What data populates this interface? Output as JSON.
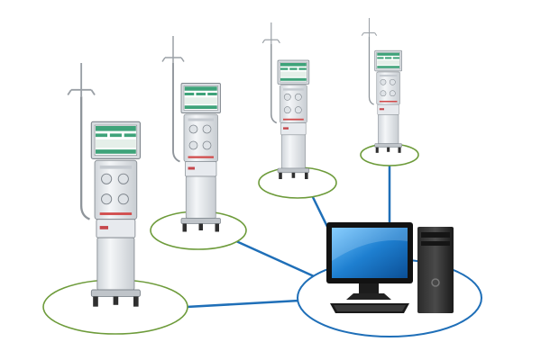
{
  "diagram": {
    "colors": {
      "link": "#1f6fb8",
      "machine_ellipse": "#6d9b3a",
      "computer_ellipse": "#1f6fb8",
      "machine_body": "#e9ecef",
      "machine_screen": "#3fa37a",
      "monitor_screen": "#1e7fd0"
    },
    "nodes": [
      {
        "id": "machine-1",
        "kind": "dialysis-machine",
        "icon": "dialysis-machine-icon"
      },
      {
        "id": "machine-2",
        "kind": "dialysis-machine",
        "icon": "dialysis-machine-icon"
      },
      {
        "id": "machine-3",
        "kind": "dialysis-machine",
        "icon": "dialysis-machine-icon"
      },
      {
        "id": "machine-4",
        "kind": "dialysis-machine",
        "icon": "dialysis-machine-icon"
      },
      {
        "id": "computer",
        "kind": "desktop-computer",
        "icon": "desktop-computer-icon"
      }
    ],
    "edges": [
      {
        "from": "machine-1",
        "to": "computer"
      },
      {
        "from": "machine-2",
        "to": "computer"
      },
      {
        "from": "machine-3",
        "to": "computer"
      },
      {
        "from": "machine-4",
        "to": "computer"
      }
    ]
  }
}
